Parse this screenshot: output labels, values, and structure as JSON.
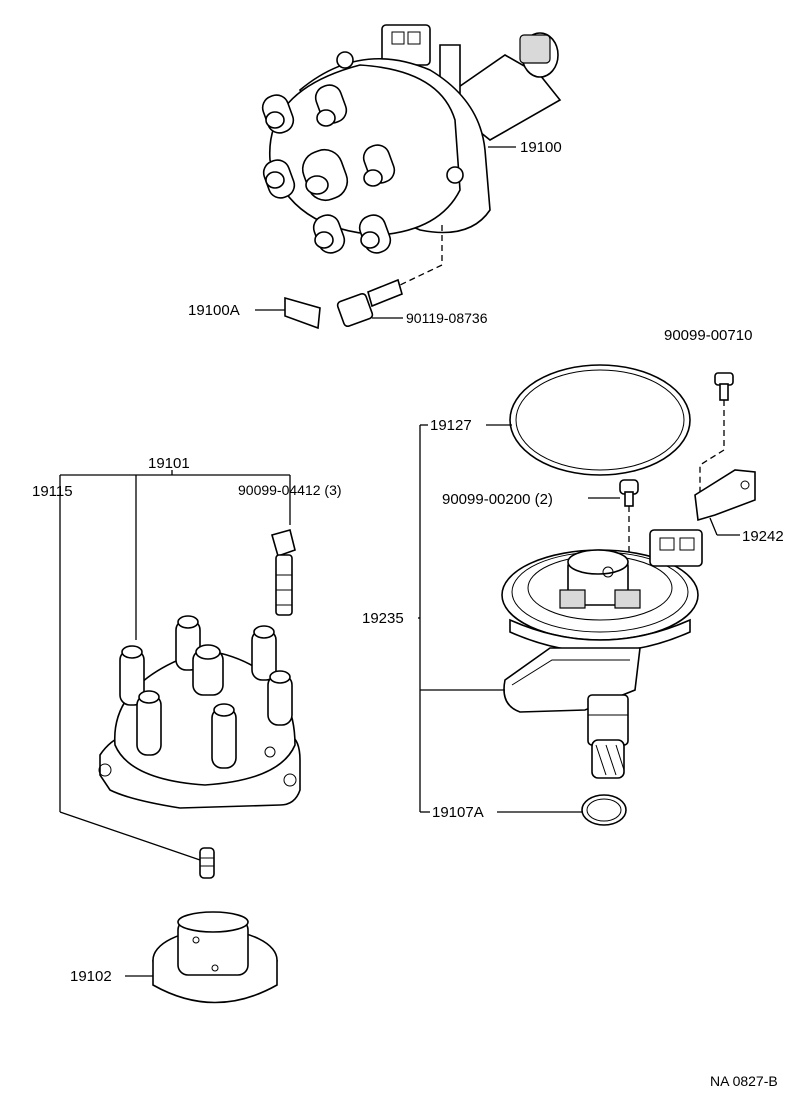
{
  "labels": {
    "distributor_assy": "19100",
    "label_plate": "19100A",
    "bolt": "90119-08736",
    "screw_top_right": "90099-00710",
    "o_ring_large": "19127",
    "cap_group": "19101",
    "cap_screw_set": "19115",
    "cap_screw_part": "90099-04412 (3)",
    "screw_qty2": "90099-00200 (2)",
    "clamp": "19242",
    "housing_group": "19235",
    "o_ring_small": "19107A",
    "rotor": "19102"
  },
  "footer": {
    "code": "NA 0827-B"
  }
}
